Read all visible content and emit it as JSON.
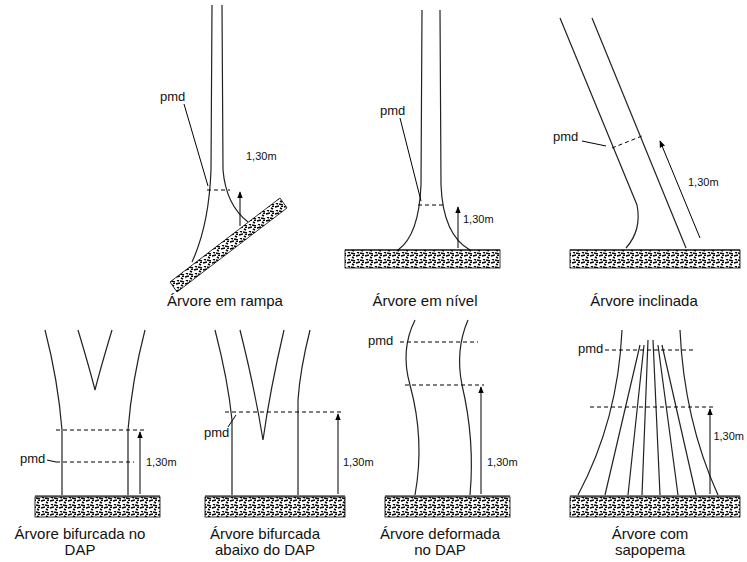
{
  "diagram": {
    "labels": [
      "pmd",
      "1,30m",
      "Árvore em rampa",
      "pmd",
      "1,30m",
      "Árvore em nível",
      "pmd",
      "1,30m",
      "Árvore inclinada",
      "pmd",
      "1,30m",
      "Árvore bifurcada no DAP",
      "pmd",
      "1,30m",
      "Árvore bifurcada abaixo do DAP",
      "pmd",
      "1,30m",
      "Árvore deformada no DAP",
      "pmd",
      "1,30m",
      "Árvore com sapopema"
    ]
  }
}
